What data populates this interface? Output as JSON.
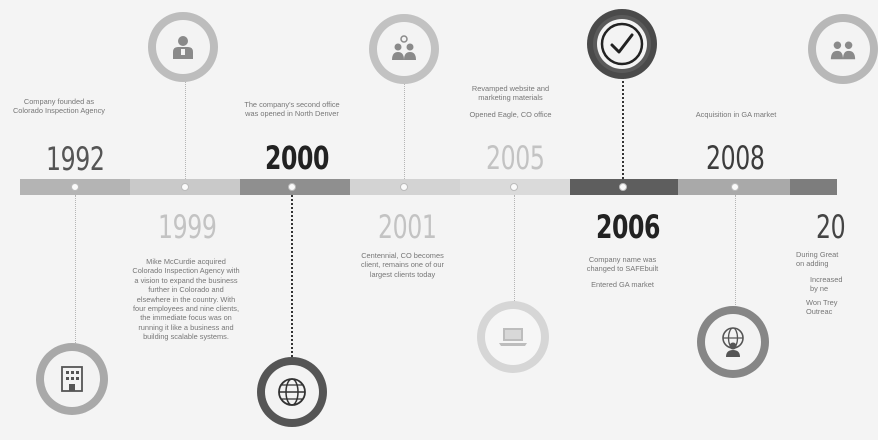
{
  "timeline": {
    "colors": {
      "segment_light": "#c9c9c9",
      "segment_mid": "#b1b1b1",
      "segment_dark": "#8c8c8c",
      "segment_black": "#5e5e5e",
      "ring_light": "#c6c6c6",
      "ring_dark": "#7a7a7a",
      "ring_black": "#3a3a3a"
    },
    "events": [
      {
        "year": "1992",
        "note": "Company founded as\nColorado Inspection Agency",
        "icon": "person-badge-icon"
      },
      {
        "year": "1999",
        "note": "Mike McCurdie acquired\nColorado Inspection Agency with\na vision to expand the business\nfurther in Colorado and\nelsewhere in the country. With\nfour employees and nine clients,\nthe immediate focus was on\nrunning it like a business and\nbuilding scalable systems.",
        "icon": "building-icon"
      },
      {
        "year": "2000",
        "note": "The company's second office\nwas opened in North Denver",
        "icon": "globe-icon"
      },
      {
        "year": "2001",
        "note": "Centennial, CO becomes\nclient, remains one of our\nlargest clients today",
        "icon": "team-icon"
      },
      {
        "year": "2005",
        "note_top": "Revamped website and\nmarketing materials",
        "note_bottom": "Opened Eagle, CO office",
        "icon": "laptop-icon"
      },
      {
        "year": "2006",
        "note_top": "Company name was\nchanged to SAFEbuilt",
        "note_bottom": "Entered GA market",
        "icon": "checkmark-icon"
      },
      {
        "year": "2008",
        "note": "Acquisition in GA market",
        "icon": "globe-person-icon"
      },
      {
        "year": "20",
        "note_a": "During Great\non adding",
        "note_b": "Increased\nby ne",
        "note_c": "Won Trey\nOutreac",
        "icon": "team-icon"
      }
    ]
  }
}
